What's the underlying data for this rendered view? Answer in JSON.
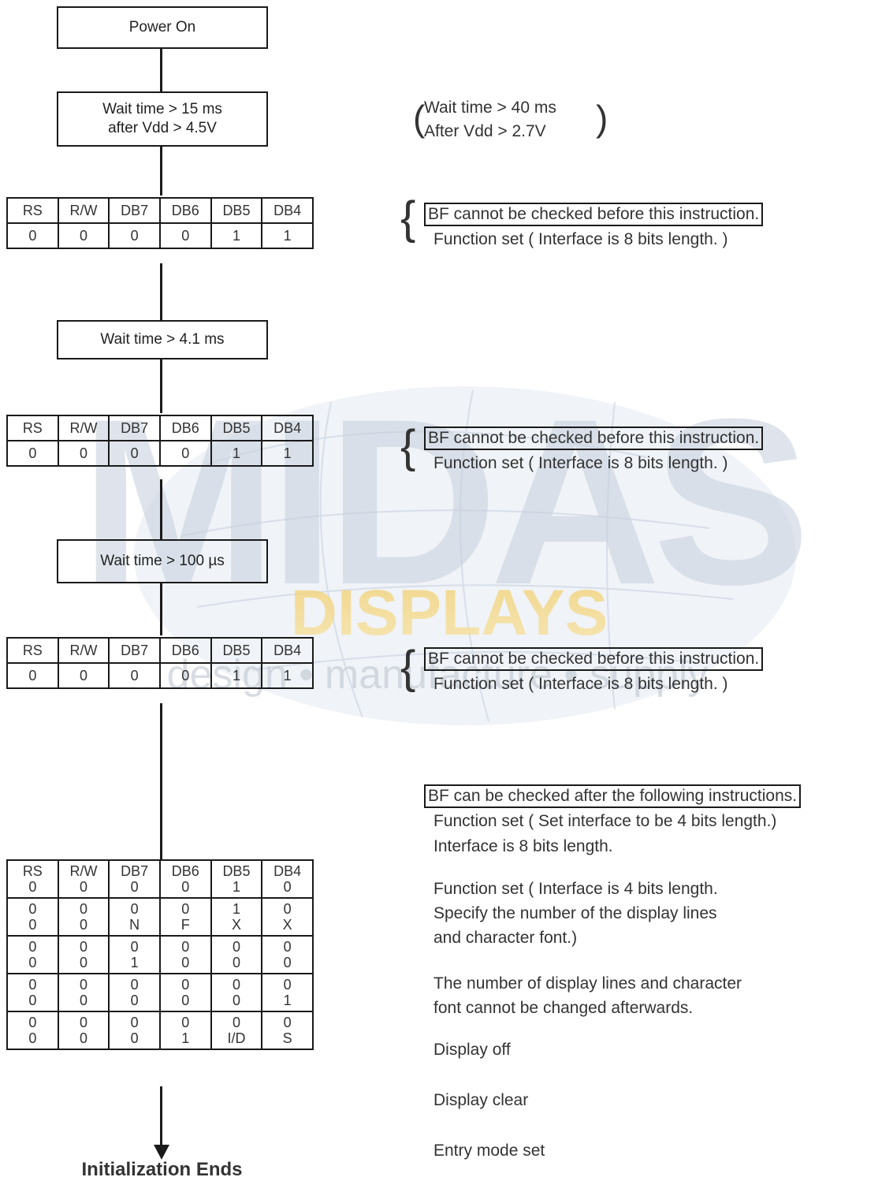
{
  "watermark": {
    "word": "MIDAS",
    "subword": "DISPLAYS",
    "tagline": "design  •  manufacture  •  supply"
  },
  "flow": {
    "power_on": "Power On",
    "wait1": [
      "Wait time > 15 ms",
      "after Vdd > 4.5V"
    ],
    "wait2": "Wait time > 4.1 ms",
    "wait3": "Wait time > 100 µs",
    "end": "Initialization Ends"
  },
  "reg_headers": [
    "RS",
    "R/W",
    "DB7",
    "DB6",
    "DB5",
    "DB4"
  ],
  "func_set_row": [
    "0",
    "0",
    "0",
    "0",
    "1",
    "1"
  ],
  "final_rows": [
    [
      [
        "RS",
        "0"
      ],
      [
        "R/W",
        "0"
      ],
      [
        "DB7",
        "0"
      ],
      [
        "DB6",
        "0"
      ],
      [
        "DB5",
        "1"
      ],
      [
        "DB4",
        "0"
      ]
    ],
    [
      [
        "0",
        "0"
      ],
      [
        "0",
        "0"
      ],
      [
        "0",
        "N"
      ],
      [
        "0",
        "F"
      ],
      [
        "1",
        "X"
      ],
      [
        "0",
        "X"
      ]
    ],
    [
      [
        "0",
        "0"
      ],
      [
        "0",
        "0"
      ],
      [
        "0",
        "1"
      ],
      [
        "0",
        "0"
      ],
      [
        "0",
        "0"
      ],
      [
        "0",
        "0"
      ]
    ],
    [
      [
        "0",
        "0"
      ],
      [
        "0",
        "0"
      ],
      [
        "0",
        "0"
      ],
      [
        "0",
        "0"
      ],
      [
        "0",
        "0"
      ],
      [
        "0",
        "1"
      ]
    ],
    [
      [
        "0",
        "0"
      ],
      [
        "0",
        "0"
      ],
      [
        "0",
        "0"
      ],
      [
        "0",
        "1"
      ],
      [
        "0",
        "I/D"
      ],
      [
        "0",
        "S"
      ]
    ]
  ],
  "notes": {
    "vdd_note": [
      "Wait time > 40 ms",
      "After Vdd > 2.7V"
    ],
    "bf_cannot": "BF cannot be checked before this instruction.",
    "func_set_8bit": "Function set ( Interface is 8 bits length. )",
    "bf_can": "BF can be checked after the following instructions.",
    "func_set_4bit_set": "Function set ( Set interface to be 4 bits length.)",
    "iface_8bit": "Interface is 8 bits length.",
    "func_set_4bit": [
      "Function set ( Interface is 4 bits length.",
      "Specify the number of the display lines",
      "and character font.)"
    ],
    "lines_font": [
      "The number of display lines and character",
      "font cannot be changed afterwards."
    ],
    "display_off": "Display off",
    "display_clear": "Display clear",
    "entry_mode": "Entry mode set"
  }
}
